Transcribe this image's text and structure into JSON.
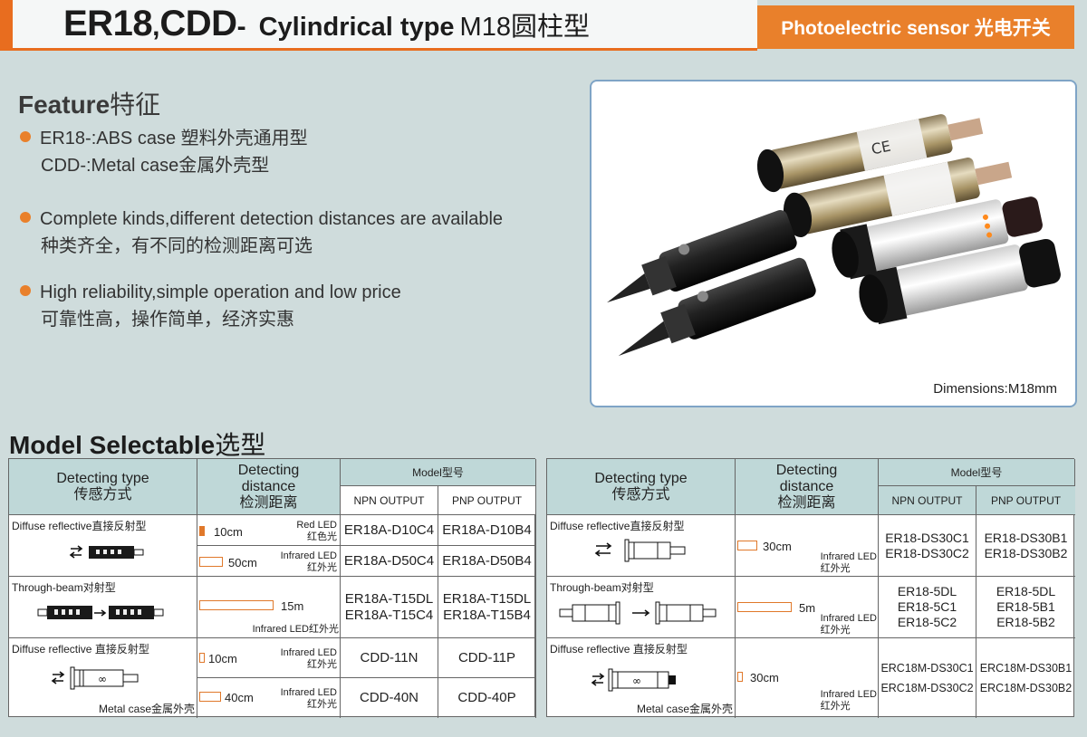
{
  "header": {
    "model_a": "ER18",
    "comma": ",",
    "model_b": "CDD",
    "dash": "-",
    "type_en": "Cylindrical type",
    "type_cn": "M18圆柱型",
    "category": "Photoelectric sensor 光电开关"
  },
  "feature": {
    "title_en": "Feature",
    "title_cn": "特征",
    "items": [
      {
        "line1": "ER18-:ABS case 塑料外壳通用型",
        "line2": "CDD-:Metal case金属外壳型"
      },
      {
        "line1": "Complete kinds,different detection distances are available",
        "line2": "种类齐全，有不同的检测距离可选"
      },
      {
        "line1": "High reliability,simple operation and low price",
        "line2": "可靠性高，操作简单，经济实惠"
      }
    ]
  },
  "photo": {
    "caption": "Dimensions:M18mm"
  },
  "model_section": {
    "title_en": "Model Selectable",
    "title_cn": "选型"
  },
  "table_headers": {
    "detecting_type_en": "Detecting type",
    "detecting_type_cn": "传感方式",
    "distance_en_1": "Detecting",
    "distance_en_2": "distance",
    "distance_cn": "检测距离",
    "model": "Model型号",
    "npn": "NPN OUTPUT",
    "pnp": "PNP OUTPUT"
  },
  "left_table": {
    "groups": [
      {
        "type": "Diffuse reflective直接反射型",
        "rows": [
          {
            "distance": "10cm",
            "led": [
              "Red LED",
              "红色光"
            ],
            "npn": [
              "ER18A-D10C4"
            ],
            "pnp": [
              "ER18A-D10B4"
            ]
          },
          {
            "distance": "50cm",
            "led": [
              "Infrared LED",
              "红外光"
            ],
            "npn": [
              "ER18A-D50C4"
            ],
            "pnp": [
              "ER18A-D50B4"
            ]
          }
        ]
      },
      {
        "type": "Through-beam对射型",
        "rows": [
          {
            "distance": "15m",
            "led": [
              "Infrared LED红外光"
            ],
            "npn": [
              "ER18A-T15DL",
              "ER18A-T15C4"
            ],
            "pnp": [
              "ER18A-T15DL",
              "ER18A-T15B4"
            ]
          }
        ]
      },
      {
        "type": "Diffuse reflective 直接反射型",
        "note": "Metal case金属外壳",
        "rows": [
          {
            "distance": "10cm",
            "led": [
              "Infrared LED",
              "红外光"
            ],
            "npn": [
              "CDD-11N"
            ],
            "pnp": [
              "CDD-11P"
            ]
          },
          {
            "distance": "40cm",
            "led": [
              "Infrared LED",
              "红外光"
            ],
            "npn": [
              "CDD-40N"
            ],
            "pnp": [
              "CDD-40P"
            ]
          }
        ]
      }
    ]
  },
  "right_table": {
    "groups": [
      {
        "type": "Diffuse reflective直接反射型",
        "distance": "30cm",
        "led": [
          "Infrared LED",
          "红外光"
        ],
        "npn": [
          "ER18-DS30C1",
          "ER18-DS30C2"
        ],
        "pnp": [
          "ER18-DS30B1",
          "ER18-DS30B2"
        ]
      },
      {
        "type": "Through-beam对射型",
        "distance": "5m",
        "led": [
          "Infrared LED",
          "红外光"
        ],
        "npn": [
          "ER18-5DL",
          "ER18-5C1",
          "ER18-5C2"
        ],
        "pnp": [
          "ER18-5DL",
          "ER18-5B1",
          "ER18-5B2"
        ]
      },
      {
        "type": "Diffuse reflective 直接反射型",
        "note": "Metal case金属外壳",
        "distance": "30cm",
        "led": [
          "Infrared LED",
          "红外光"
        ],
        "npn": [
          "ERC18M-DS30C1",
          "ERC18M-DS30C2"
        ],
        "pnp": [
          "ERC18M-DS30B1",
          "ERC18M-DS30B2"
        ]
      }
    ]
  },
  "colors": {
    "accent": "#e9802b",
    "header_cell": "#bfd8d8",
    "background": "#cfdcdc",
    "photo_border": "#7fa4c6"
  }
}
